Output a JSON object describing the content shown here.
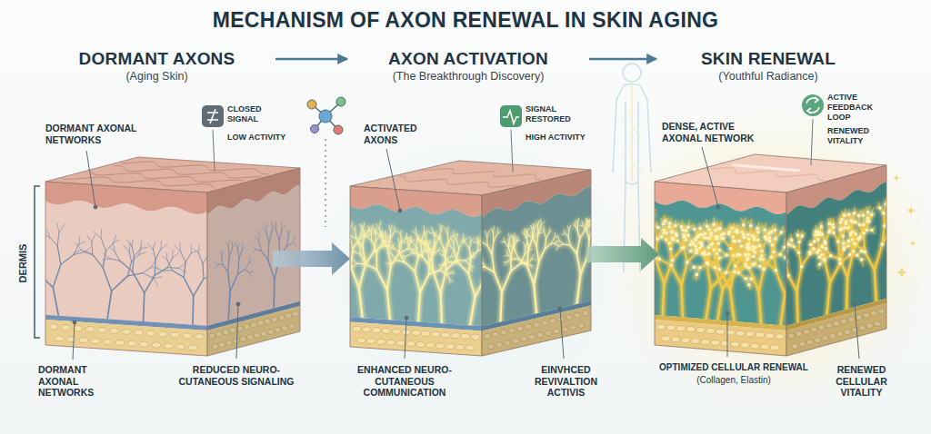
{
  "diagram": {
    "title": "MECHANISM OF AXON RENEWAL IN SKIN AGING",
    "nodes": [
      {
        "text": [
          "DORMANT AXONS",
          "(Aging Skin)"
        ]
      },
      {
        "text": [
          "AXON ACTIVATION",
          "(The Breakthrough Discovery)"
        ]
      },
      {
        "text": [
          "SKIN RENEWAL",
          "(Youthful Radiance)"
        ]
      }
    ],
    "edges": [
      {
        "from": 0,
        "to": 1,
        "arrow": "to"
      },
      {
        "from": 1,
        "to": 2,
        "arrow": "to"
      },
      {
        "from": 0,
        "to": 1,
        "arrow": "to"
      },
      {
        "from": 1,
        "to": 2,
        "arrow": "to"
      }
    ],
    "labels": [
      "DORMANT AXONAL NETWORKS",
      "CLOSED SIGNAL",
      "LOW ACTIVITY",
      "DERMIS",
      "DORMANT AXONAL NETWORKS",
      "REDUCED NEURO-CUTANEOUS SIGNALING",
      "ACTIVATED AXONS",
      "SIGNAL RESTORED",
      "HIGH ACTIVITY",
      "ENHANCED NEURO-CUTANEOUS COMMUNICATION",
      "EINVHCED REVIVALTION ACTIVIS",
      "DENSE, ACTIVE AXONAL NETWORK",
      "ACTIVE FEEDBACK LOOP",
      "RENEWED VITALITY",
      "OPTIMIZED CELLULAR RENEWAL",
      "(Collagen, Elastin)",
      "RENEWED CELLULAR VITALITY"
    ]
  }
}
